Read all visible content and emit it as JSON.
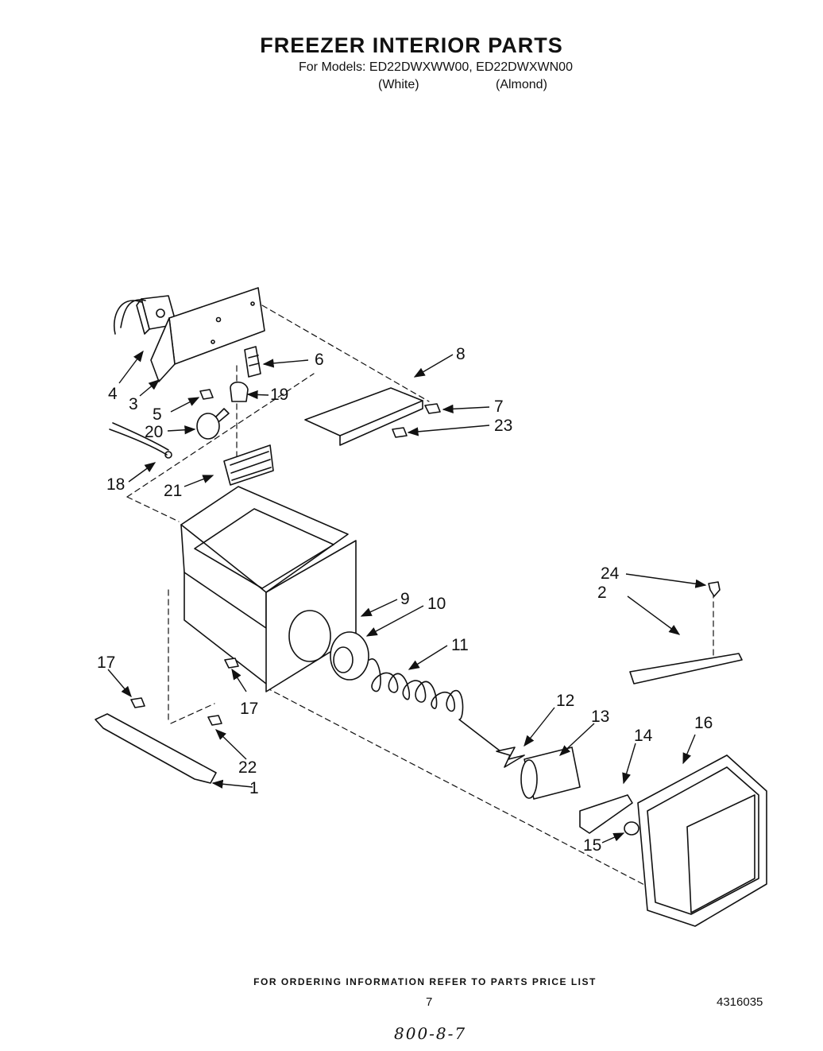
{
  "header": {
    "title": "FREEZER INTERIOR PARTS",
    "models": "For Models: ED22DWXWW00, ED22DWXWN00",
    "variant_white": "(White)",
    "variant_almond": "(Almond)"
  },
  "callouts": [
    "4",
    "3",
    "6",
    "8",
    "5",
    "19",
    "7",
    "20",
    "23",
    "18",
    "21",
    "9",
    "10",
    "11",
    "17",
    "24",
    "2",
    "17",
    "12",
    "13",
    "16",
    "14",
    "22",
    "1",
    "15"
  ],
  "footer": {
    "note": "FOR ORDERING INFORMATION REFER TO PARTS PRICE LIST",
    "page_number": "7",
    "doc_number": "4316035",
    "handwritten": "800-8-7"
  }
}
